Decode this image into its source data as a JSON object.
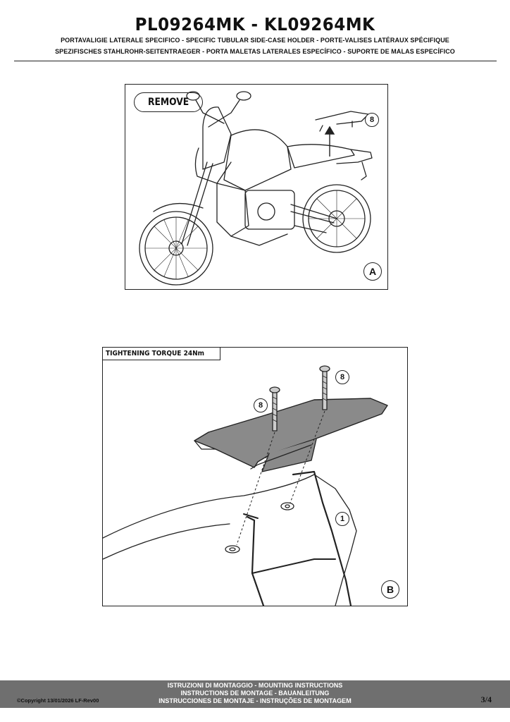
{
  "header": {
    "title": "PL09264MK - KL09264MK",
    "subtitle_line1": "PORTAVALIGIE LATERALE SPECIFICO  -  SPECIFIC TUBULAR SIDE-CASE HOLDER  - PORTE-VALISES LATÉRAUX SPÉCIFIQUE",
    "subtitle_line2": "SPEZIFISCHES STAHLROHR-SEITENTRAEGER - PORTA MALETAS LATERALES ESPECÍFICO - SUPORTE DE MALAS ESPECÍFICO"
  },
  "panel_a": {
    "remove_label": "REMOVE",
    "callout_part": "8",
    "view_letter": "A"
  },
  "panel_b": {
    "torque_label": "TIGHTENING TORQUE 24Nm",
    "callout_screw_left": "8",
    "callout_screw_right": "8",
    "callout_frame": "1",
    "view_letter": "B"
  },
  "footer": {
    "line1": "ISTRUZIONI DI MONTAGGIO  -  MOUNTING INSTRUCTIONS",
    "line2": "INSTRUCTIONS DE MONTAGE - BAUANLEITUNG",
    "line3": "INSTRUCCIONES DE MONTAJE - INSTRUÇÕES DE MONTAGEM",
    "copyright": "©Copyright 13/01/2026 LF-Rev00",
    "page_number": "3/4"
  }
}
